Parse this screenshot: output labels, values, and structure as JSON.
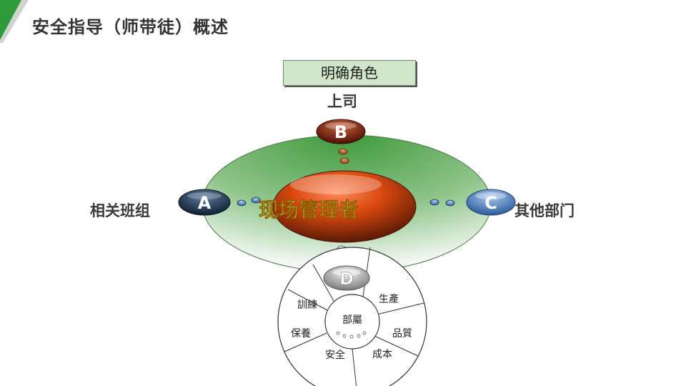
{
  "header": {
    "title": "安全指导（师带徒）概述",
    "accent_color": "#2e9a3a"
  },
  "diagram": {
    "role_box": "明确角色",
    "center_label": "现场管理者",
    "nodes": {
      "top": {
        "letter": "B",
        "label": "上司"
      },
      "left": {
        "letter": "A",
        "label": "相关班组"
      },
      "right": {
        "letter": "C",
        "label": "其他部门"
      },
      "bottom": {
        "letter": "D"
      }
    },
    "ring": {
      "center": "部屬",
      "segments": [
        "生產",
        "品質",
        "成本",
        "安全",
        "保養",
        "訓練"
      ]
    },
    "colors": {
      "field": "#3f9a3c",
      "center_ball": "#d9480f",
      "center_text": "#f3ea3a",
      "node_b": "#7a1f10",
      "node_a": "#1f3550",
      "node_c": "#3a6fb0",
      "node_d": "#9a9a9a"
    }
  }
}
